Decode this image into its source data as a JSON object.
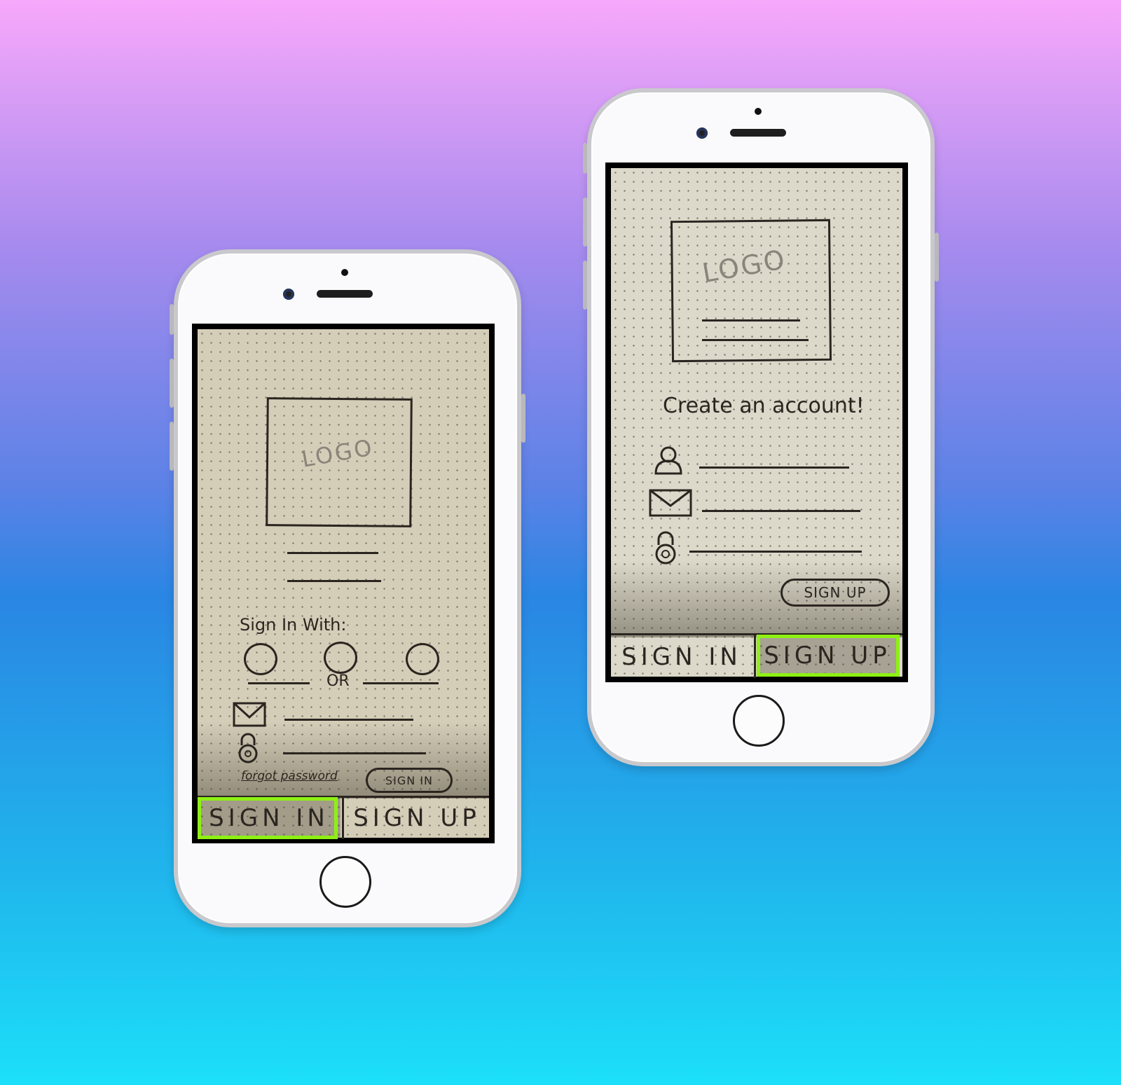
{
  "phones": {
    "signin": {
      "logo_text": "LOGO",
      "sign_in_with": "Sign In With:",
      "or_text": "OR",
      "forgot_password": "forgot password",
      "signin_button": "SIGN IN",
      "tabs": {
        "left": "SIGN IN",
        "right": "SIGN UP",
        "active": "left"
      }
    },
    "signup": {
      "logo_text": "LOGO",
      "create_account": "Create an account!",
      "signup_button": "SIGN UP",
      "tabs": {
        "left": "SIGN IN",
        "right": "SIGN UP",
        "active": "right"
      }
    }
  },
  "colors": {
    "highlight": "#8ef014",
    "ink": "#2b2520",
    "paper": "#d9d4c1"
  },
  "icons": [
    "user-icon",
    "mail-icon",
    "lock-icon"
  ]
}
